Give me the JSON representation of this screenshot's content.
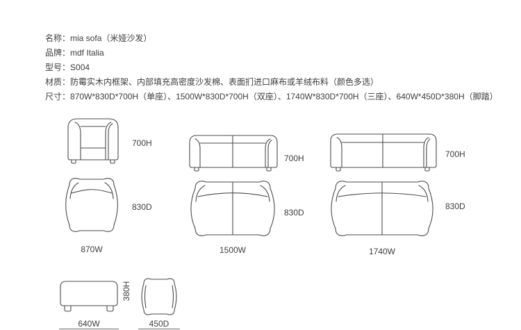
{
  "specs": {
    "rows": [
      {
        "label": "名称：",
        "value": "mia sofa（米娅沙发）"
      },
      {
        "label": "品牌：",
        "value": "mdf Italia"
      },
      {
        "label": "型号：",
        "value": "S004"
      },
      {
        "label": "材质：",
        "value": "防霉实木内框架、内部填充高密度沙发棉、表面扪进口麻布或羊绒布料（颜色多选）"
      },
      {
        "label": "尺寸：",
        "value": "870W*830D*700H（单座）、1500W*830D*700H（双座）、1740W*830D*700H（三座）、640W*450D*380H（脚踏）"
      }
    ]
  },
  "diagrams": {
    "single_sofa": {
      "height_label": "700H",
      "depth_label": "830D",
      "width_label": "870W"
    },
    "two_seat_sofa": {
      "height_label": "700H",
      "depth_label": "830D",
      "width_label": "1500W"
    },
    "three_seat_sofa": {
      "height_label": "700H",
      "depth_label": "830D",
      "width_label": "1740W"
    },
    "footstool": {
      "height_label": "380H",
      "width_label": "640W",
      "depth_label": "450D"
    }
  },
  "colors": {
    "line": "#4a4a4a",
    "text": "#3d3d3d",
    "background": "#ffffff"
  }
}
